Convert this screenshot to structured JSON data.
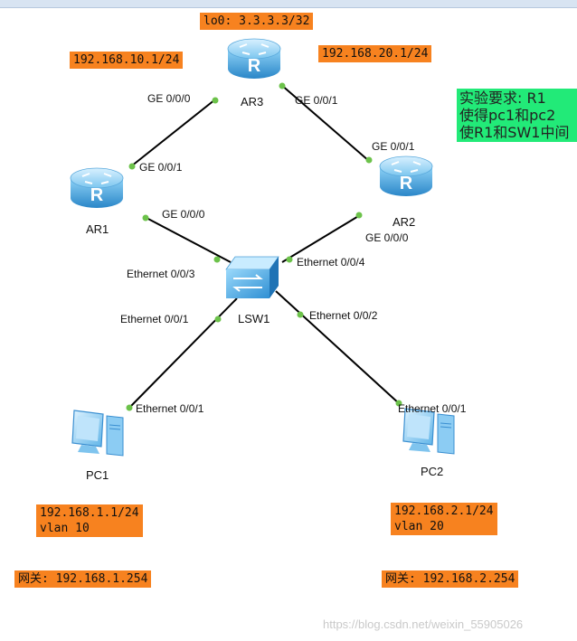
{
  "tags": {
    "lo0": "lo0: 3.3.3.3/32",
    "ar1_net": "192.168.10.1/24",
    "ar2_net": "192.168.20.1/24",
    "pc1_info": "192.168.1.1/24\nvlan 10",
    "pc2_info": "192.168.2.1/24\nvlan 20",
    "pc1_gw": "网关: 192.168.1.254",
    "pc2_gw": "网关: 192.168.2.254"
  },
  "note": "实验要求: R1\n使得pc1和pc2\n使R1和SW1中间",
  "devices": {
    "ar3": "AR3",
    "ar1": "AR1",
    "ar2": "AR2",
    "lsw1": "LSW1",
    "pc1": "PC1",
    "pc2": "PC2"
  },
  "ports": {
    "ar3_ge000": "GE 0/0/0",
    "ar3_ge001": "GE 0/0/1",
    "ar1_ge001": "GE 0/0/1",
    "ar1_ge000": "GE 0/0/0",
    "ar2_ge001": "GE 0/0/1",
    "ar2_ge000": "GE 0/0/0",
    "sw_e003": "Ethernet 0/0/3",
    "sw_e004": "Ethernet 0/0/4",
    "sw_e001": "Ethernet 0/0/1",
    "sw_e002": "Ethernet 0/0/2",
    "pc1_e001": "Ethernet 0/0/1",
    "pc2_e001": "Ethernet 0/0/1"
  },
  "watermark": "https://blog.csdn.net/weixin_55905026",
  "colors": {
    "tag": "#f7821f",
    "note": "#22ea78",
    "port_dot": "#6cc24a",
    "link": "#000000"
  }
}
